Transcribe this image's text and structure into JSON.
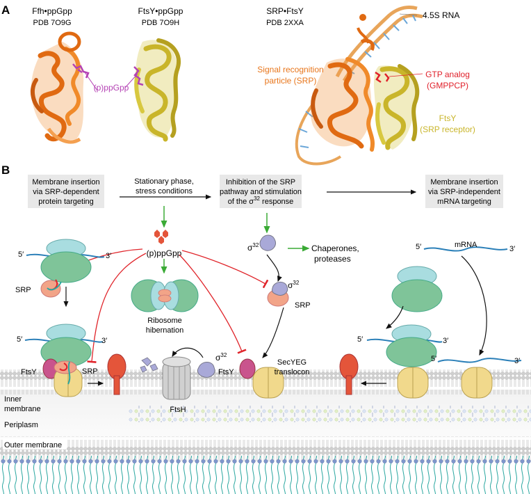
{
  "panel_a": {
    "letter": "A",
    "s1": {
      "name": "Ffh•ppGpp",
      "pdb": "PDB 7O9G"
    },
    "s2": {
      "name": "FtsY•ppGpp",
      "pdb": "PDB 7O9H"
    },
    "s3": {
      "name": "SRP•FtsY",
      "pdb": "PDB 2XXA"
    },
    "ligand": "(p)ppGpp",
    "rna": "4.5S RNA",
    "srp_l1": "Signal recognition",
    "srp_l2": "particle (SRP)",
    "gtp_l1": "GTP analog",
    "gtp_l2": "(GMPPCP)",
    "ftsy_l1": "FtsY",
    "ftsy_l2": "(SRP receptor)",
    "colors": {
      "ffh": "#e8751a",
      "ftsy": "#c9b52a",
      "ligand": "#b441b4",
      "gtp": "#e0202a",
      "rna_bb": "#e8a55a"
    }
  },
  "panel_b": {
    "letter": "B",
    "box1": [
      "Membrane insertion",
      "via SRP-dependent",
      "protein targeting"
    ],
    "stat": [
      "Stationary phase,",
      "stress conditions"
    ],
    "box2_l1": "Inhibition of the SRP",
    "box2_l2": "pathway and stimulation",
    "box2_l3a": "of the ",
    "box2_l3b": "σ",
    "box2_l3c": "32",
    "box2_l3d": " response",
    "box3": [
      "Membrane insertion",
      "via SRP-independent",
      "mRNA targeting"
    ],
    "ppgpp": "(p)ppGpp",
    "five": "5′",
    "three": "3′",
    "srp": "SRP",
    "ftsy": "FtsY",
    "hib": [
      "Ribosome",
      "hibernation"
    ],
    "sigma": "σ",
    "sup32": "32",
    "chap": [
      "Chaperones,",
      "proteases"
    ],
    "mrna": "mRNA",
    "secyeg": [
      "SecYEG",
      "translocon"
    ],
    "ftsh": "FtsH",
    "inner": [
      "Inner",
      "membrane"
    ],
    "peri": "Periplasm",
    "outer": "Outer membrane",
    "colors": {
      "ribo_small": "#a9dde0",
      "ribo_large": "#7fc499",
      "srp": "#f2a488",
      "ftsy": "#c9548d",
      "sec": "#f1d98c",
      "protein": "#e4553a",
      "sigma": "#a9a9d8",
      "green_arrow": "#3aaa35",
      "red_inhib": "#e0242a",
      "lipid_head": "#c8c8c8",
      "lps_head": "#7f97cc",
      "lps_tail": "#2aa7a0"
    }
  }
}
